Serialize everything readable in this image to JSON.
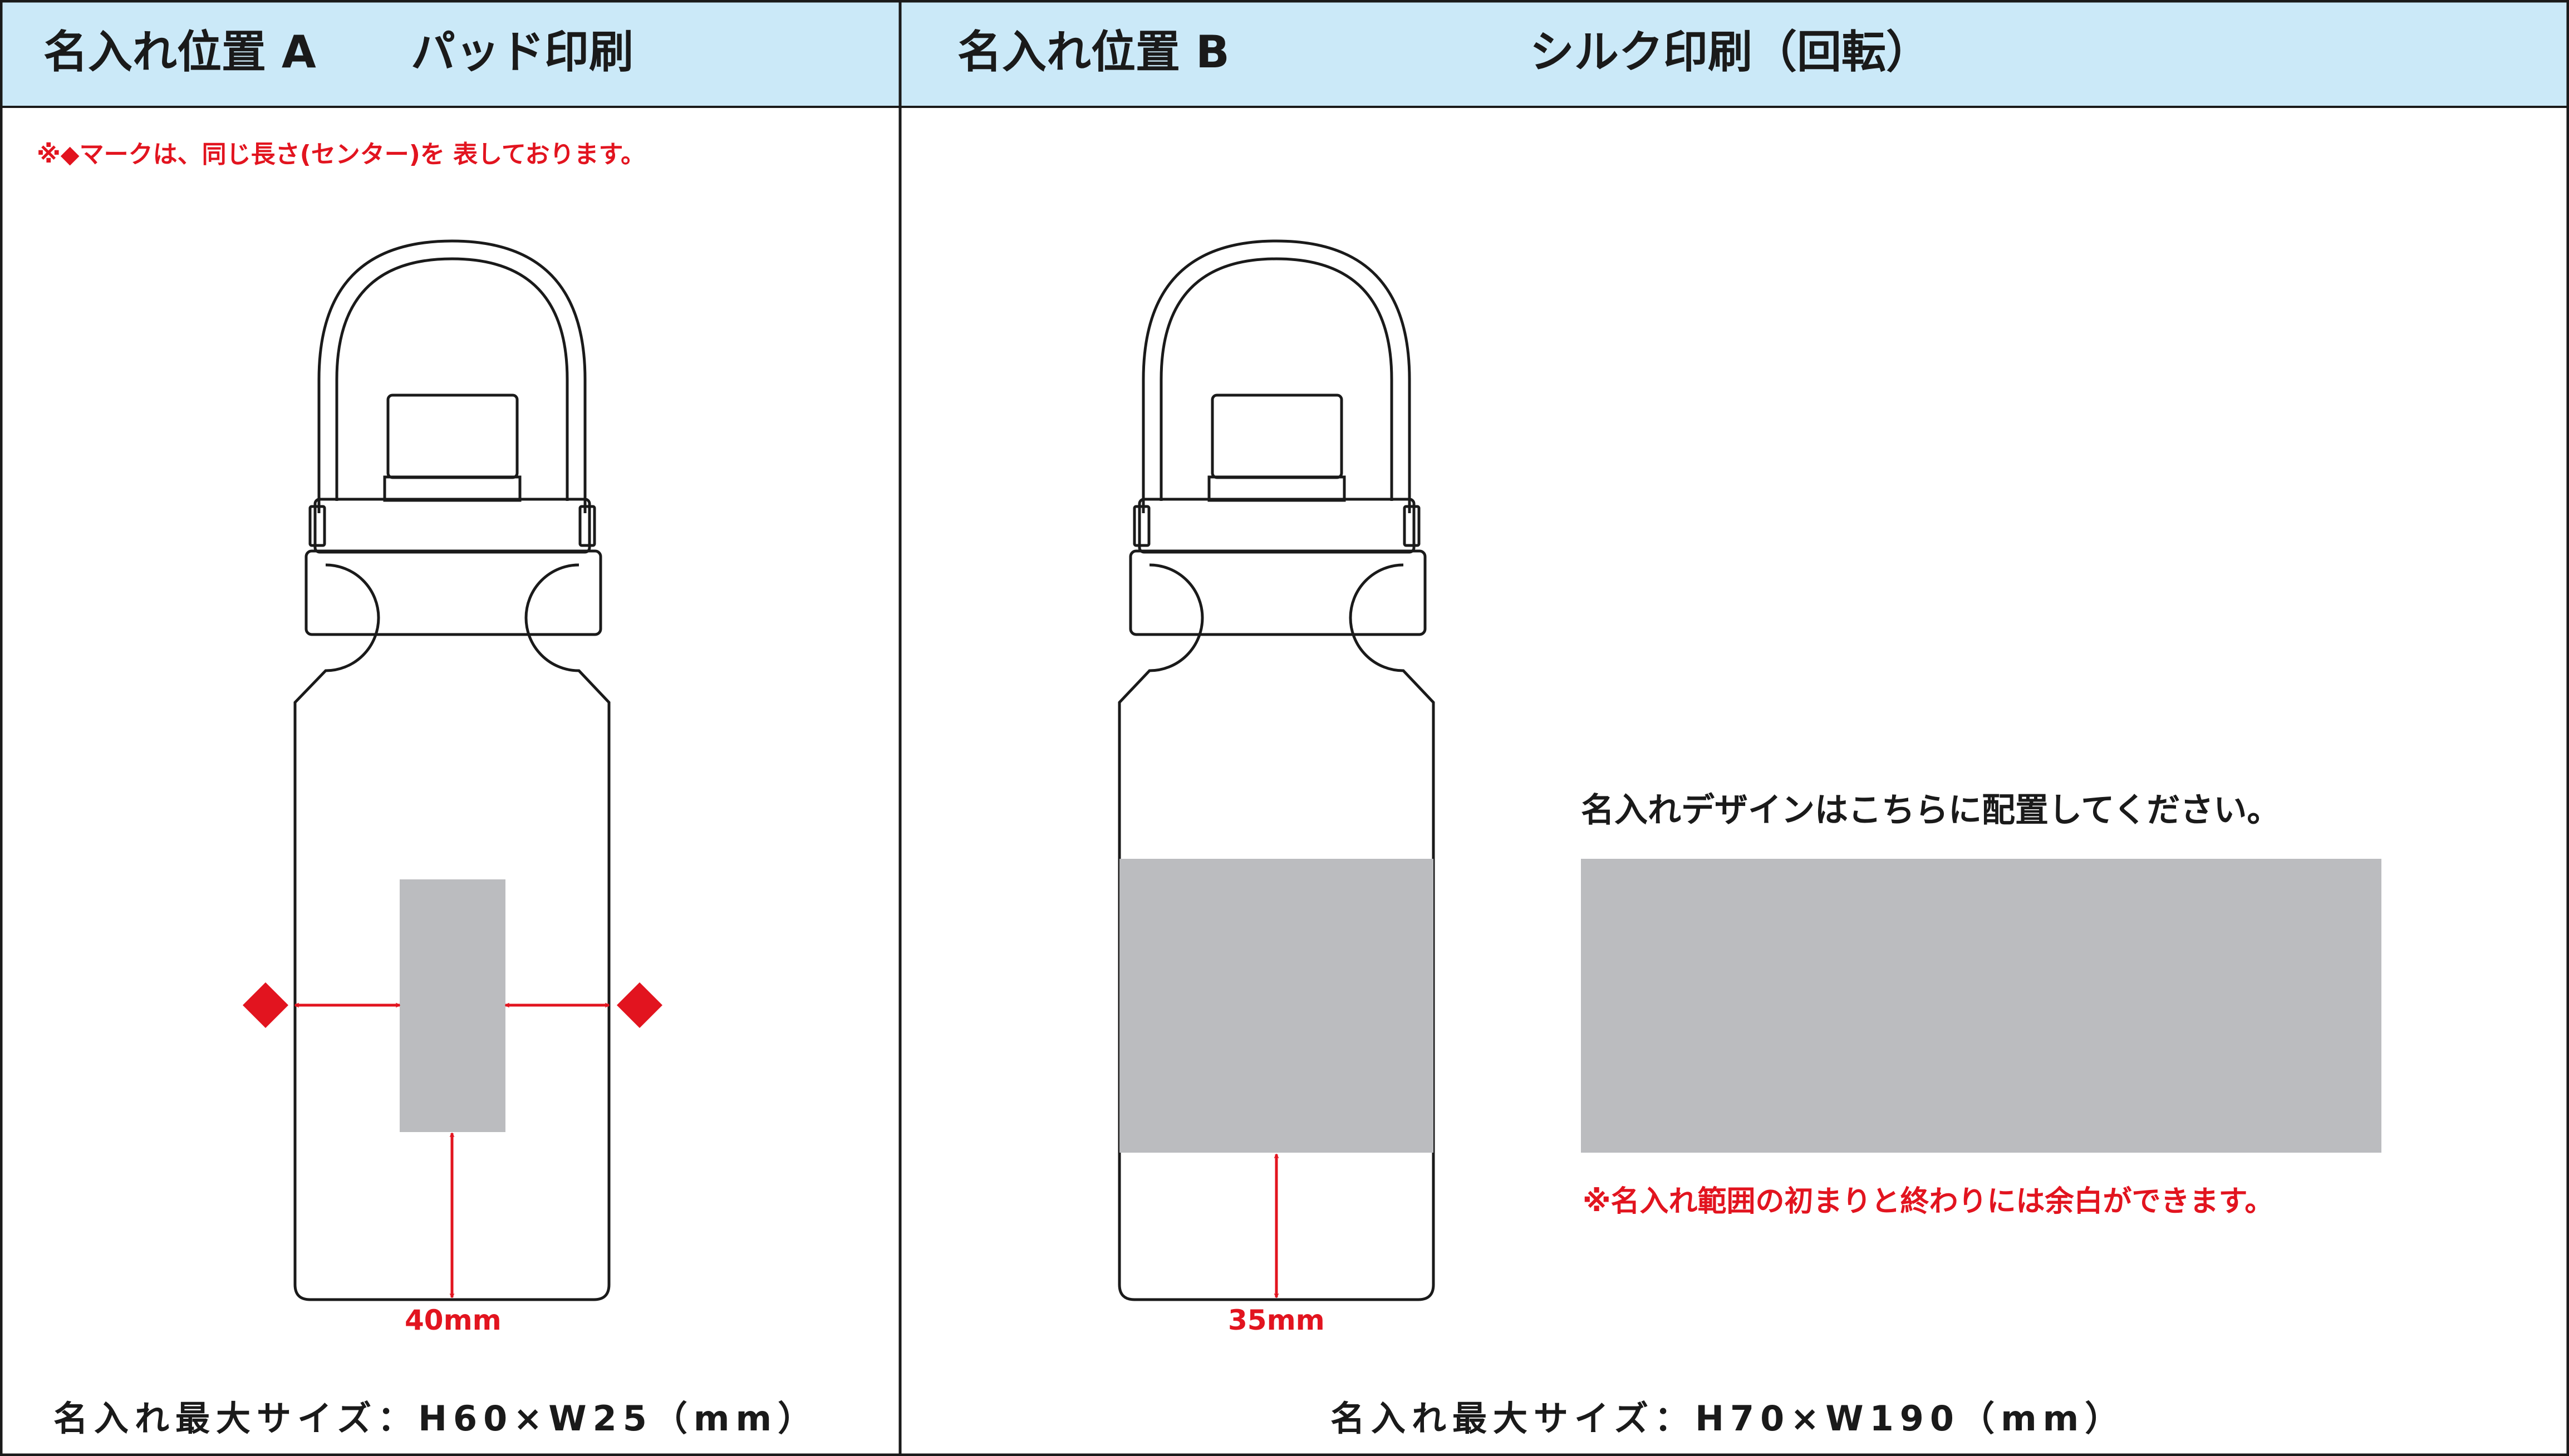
{
  "panel_a": {
    "title": "名入れ位置 A",
    "method": "パッド印刷",
    "note": "※◆マークは、同じ長さ(センター)を 表しております。",
    "bottom_margin": "40mm",
    "max_size": "名入れ最大サイズ：H60×W25（mm）"
  },
  "panel_b": {
    "title": "名入れ位置 B",
    "method": "シルク印刷（回転）",
    "bottom_margin": "35mm",
    "design_instruction": "名入れデザインはこちらに配置してください。",
    "margin_note": "※名入れ範囲の初まりと終わりには余白ができます。",
    "max_size": "名入れ最大サイズ：H70×W190（mm）"
  },
  "colors": {
    "header_bg": "#cbe9f8",
    "border": "#1a1a1a",
    "accent_red": "#e2141f",
    "print_area": "#bbbcbf"
  }
}
